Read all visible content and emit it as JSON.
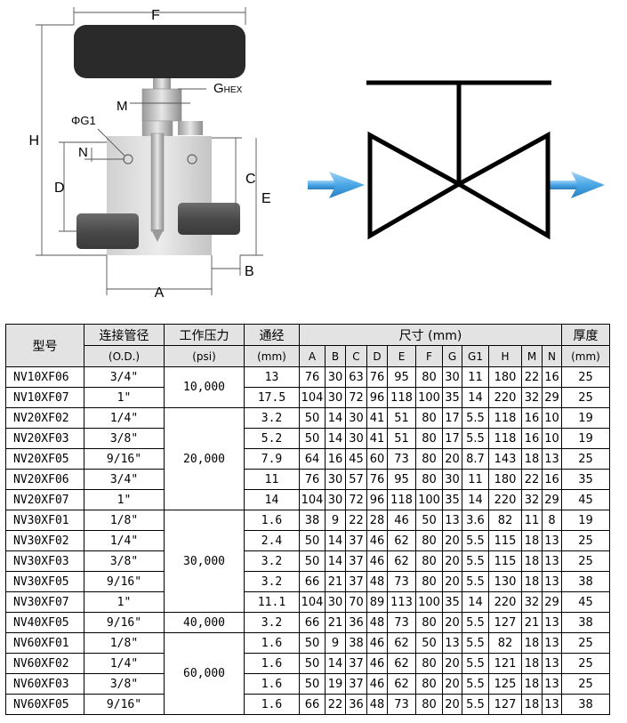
{
  "drawing": {
    "labels": {
      "F": "F",
      "G_main": "G",
      "G_sub": "HEX",
      "M": "M",
      "phiG1": "ΦG1",
      "N": "N",
      "H": "H",
      "D": "D",
      "C": "C",
      "E": "E",
      "A": "A",
      "B": "B"
    }
  },
  "symbol": {
    "description_icon": "needle-valve-symbol-icon",
    "arrow_color": "#4aa6e6"
  },
  "table": {
    "headers": {
      "model": "型号",
      "conn_line1": "连接管径",
      "conn_line2": "(O.D.)",
      "pressure_line1": "工作压力",
      "pressure_line2": "(psi)",
      "bore_line1": "通经",
      "bore_line2": "(mm)",
      "dims": "尺寸 (mm)",
      "thick_line1": "厚度",
      "thick_line2": "(mm)",
      "dim_cols": [
        "A",
        "B",
        "C",
        "D",
        "E",
        "F",
        "G",
        "G1",
        "H",
        "M",
        "N"
      ]
    },
    "pressure_groups": [
      {
        "label": "10,000",
        "rows": 2
      },
      {
        "label": "20,000",
        "rows": 5
      },
      {
        "label": "30,000",
        "rows": 5
      },
      {
        "label": "40,000",
        "rows": 1
      },
      {
        "label": "60,000",
        "rows": 4
      }
    ],
    "rows": [
      {
        "model": "NV10XF06",
        "od": "3/4\"",
        "bore": "13",
        "dims": [
          "76",
          "30",
          "63",
          "76",
          "95",
          "80",
          "30",
          "11",
          "180",
          "22",
          "16"
        ],
        "thick": "25"
      },
      {
        "model": "NV10XF07",
        "od": "1\"",
        "bore": "17.5",
        "dims": [
          "104",
          "30",
          "72",
          "96",
          "118",
          "100",
          "35",
          "14",
          "220",
          "32",
          "29"
        ],
        "thick": "25"
      },
      {
        "model": "NV20XF02",
        "od": "1/4\"",
        "bore": "3.2",
        "dims": [
          "50",
          "14",
          "30",
          "41",
          "51",
          "80",
          "17",
          "5.5",
          "118",
          "16",
          "10"
        ],
        "thick": "19"
      },
      {
        "model": "NV20XF03",
        "od": "3/8\"",
        "bore": "5.2",
        "dims": [
          "50",
          "14",
          "30",
          "41",
          "51",
          "80",
          "17",
          "5.5",
          "118",
          "16",
          "10"
        ],
        "thick": "19"
      },
      {
        "model": "NV20XF05",
        "od": "9/16\"",
        "bore": "7.9",
        "dims": [
          "64",
          "16",
          "45",
          "60",
          "73",
          "80",
          "20",
          "8.7",
          "143",
          "18",
          "13"
        ],
        "thick": "25"
      },
      {
        "model": "NV20XF06",
        "od": "3/4\"",
        "bore": "11",
        "dims": [
          "76",
          "30",
          "57",
          "76",
          "95",
          "80",
          "30",
          "11",
          "180",
          "22",
          "16"
        ],
        "thick": "35"
      },
      {
        "model": "NV20XF07",
        "od": "1\"",
        "bore": "14",
        "dims": [
          "104",
          "30",
          "72",
          "96",
          "118",
          "100",
          "35",
          "14",
          "220",
          "32",
          "29"
        ],
        "thick": "45"
      },
      {
        "model": "NV30XF01",
        "od": "1/8\"",
        "bore": "1.6",
        "dims": [
          "38",
          "9",
          "22",
          "28",
          "46",
          "50",
          "13",
          "3.6",
          "82",
          "11",
          "8"
        ],
        "thick": "19"
      },
      {
        "model": "NV30XF02",
        "od": "1/4\"",
        "bore": "2.4",
        "dims": [
          "50",
          "14",
          "37",
          "46",
          "62",
          "80",
          "20",
          "5.5",
          "115",
          "18",
          "13"
        ],
        "thick": "25"
      },
      {
        "model": "NV30XF03",
        "od": "3/8\"",
        "bore": "3.2",
        "dims": [
          "50",
          "14",
          "37",
          "46",
          "62",
          "80",
          "20",
          "5.5",
          "115",
          "18",
          "13"
        ],
        "thick": "25"
      },
      {
        "model": "NV30XF05",
        "od": "9/16\"",
        "bore": "3.2",
        "dims": [
          "66",
          "21",
          "37",
          "48",
          "73",
          "80",
          "20",
          "5.5",
          "130",
          "18",
          "13"
        ],
        "thick": "38"
      },
      {
        "model": "NV30XF07",
        "od": "1\"",
        "bore": "11.1",
        "dims": [
          "104",
          "30",
          "70",
          "89",
          "113",
          "100",
          "35",
          "14",
          "220",
          "32",
          "29"
        ],
        "thick": "45"
      },
      {
        "model": "NV40XF05",
        "od": "9/16\"",
        "bore": "3.2",
        "dims": [
          "66",
          "21",
          "36",
          "48",
          "73",
          "80",
          "20",
          "5.5",
          "127",
          "21",
          "13"
        ],
        "thick": "38"
      },
      {
        "model": "NV60XF01",
        "od": "1/8\"",
        "bore": "1.6",
        "dims": [
          "50",
          "9",
          "38",
          "46",
          "62",
          "50",
          "13",
          "5.5",
          "82",
          "18",
          "13"
        ],
        "thick": "25"
      },
      {
        "model": "NV60XF02",
        "od": "1/4\"",
        "bore": "1.6",
        "dims": [
          "50",
          "14",
          "37",
          "46",
          "62",
          "80",
          "20",
          "5.5",
          "121",
          "18",
          "13"
        ],
        "thick": "25"
      },
      {
        "model": "NV60XF03",
        "od": "3/8\"",
        "bore": "1.6",
        "dims": [
          "50",
          "19",
          "37",
          "46",
          "62",
          "80",
          "20",
          "5.5",
          "125",
          "18",
          "13"
        ],
        "thick": "25"
      },
      {
        "model": "NV60XF05",
        "od": "9/16\"",
        "bore": "1.6",
        "dims": [
          "66",
          "22",
          "36",
          "48",
          "73",
          "80",
          "20",
          "5.5",
          "127",
          "18",
          "13"
        ],
        "thick": "38"
      }
    ]
  }
}
